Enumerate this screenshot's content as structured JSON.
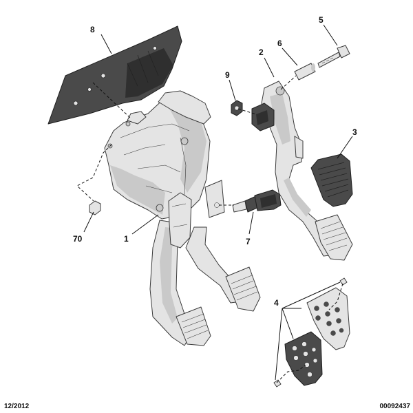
{
  "colors": {
    "part_fill": "#e4e4e4",
    "part_shade": "#c9c9c9",
    "part_stroke": "#3a3a3a",
    "dark_part": "#4a4a4a",
    "dark_shade": "#2f2f2f",
    "leader": "#111111",
    "background": "#ffffff"
  },
  "callouts": {
    "c1": "1",
    "c2": "2",
    "c3": "3",
    "c4": "4",
    "c5": "5",
    "c6": "6",
    "c7": "7",
    "c8": "8",
    "c9": "9",
    "c70": "70"
  },
  "footer": {
    "date": "12/2012",
    "reference": "00092437"
  }
}
